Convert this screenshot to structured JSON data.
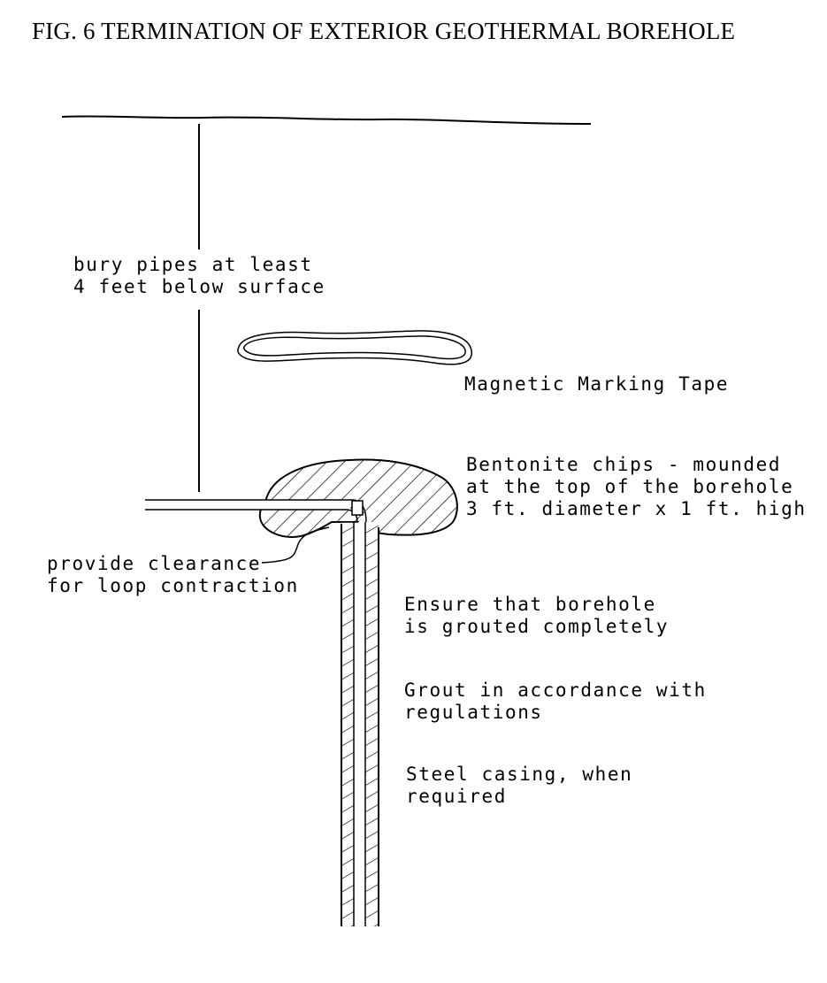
{
  "title": "FIG. 6 TERMINATION OF EXTERIOR GEOTHERMAL BOREHOLE",
  "labels": {
    "bury_line1": "bury pipes at least",
    "bury_line2": "4 feet below surface",
    "tape": "Magnetic Marking Tape",
    "bentonite_line1": "Bentonite chips - mounded",
    "bentonite_line2": "at the top of the borehole",
    "bentonite_line3": "3 ft. diameter x 1 ft. high",
    "clearance_line1": "provide clearance",
    "clearance_line2": "for loop contraction",
    "ensure_line1": "Ensure that borehole",
    "ensure_line2": "is grouted completely",
    "grout_line1": "Grout in accordance with",
    "grout_line2": "regulations",
    "steel_line1": "Steel casing, when",
    "steel_line2": "required"
  },
  "colors": {
    "ink": "#000000",
    "background": "#ffffff"
  }
}
